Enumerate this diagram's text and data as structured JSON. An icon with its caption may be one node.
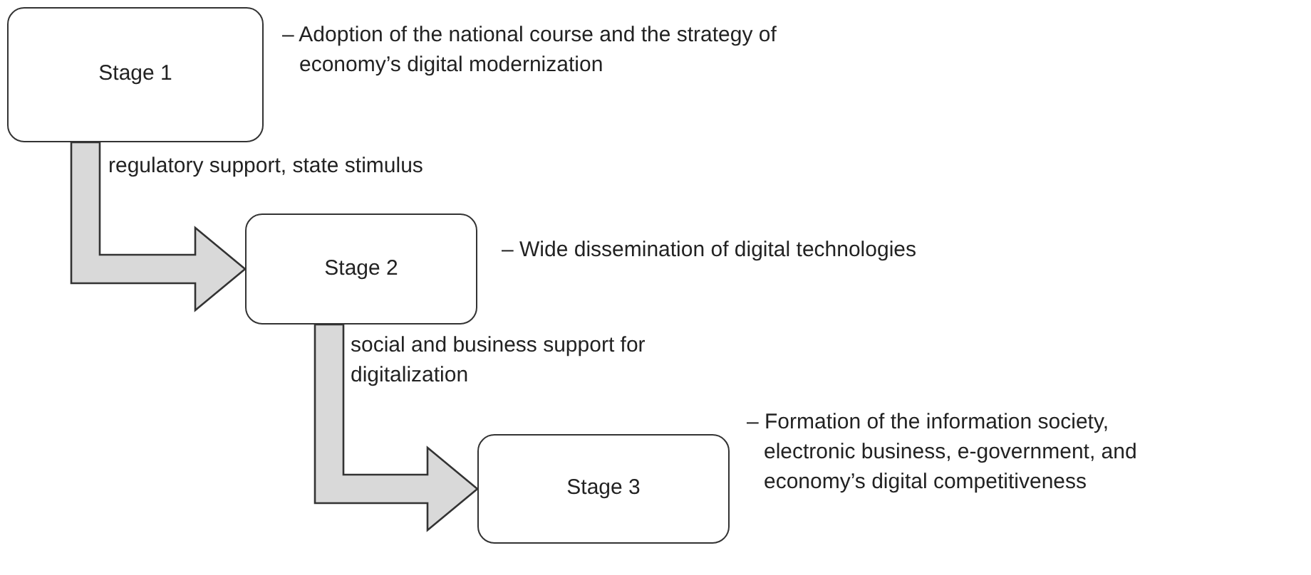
{
  "diagram": {
    "nodes": [
      {
        "text": [
          "Stage 1"
        ],
        "beside": [
          "– Adoption of the national course and the strategy of economy’s digital modernization"
        ]
      },
      {
        "text": [
          "Stage 2"
        ],
        "beside": [
          "– Wide dissemination of digital technologies"
        ]
      },
      {
        "text": [
          "Stage 3"
        ],
        "beside": [
          "– Formation of the information society, electronic business, e-government, and economy’s digital competitiveness"
        ]
      }
    ],
    "edges": [
      {
        "from": 0,
        "to": 1,
        "arrow": "to",
        "label": "regulatory support, state stimulus"
      },
      {
        "from": 1,
        "to": 2,
        "arrow": "to",
        "label": "social and business support for digitalization"
      }
    ]
  }
}
